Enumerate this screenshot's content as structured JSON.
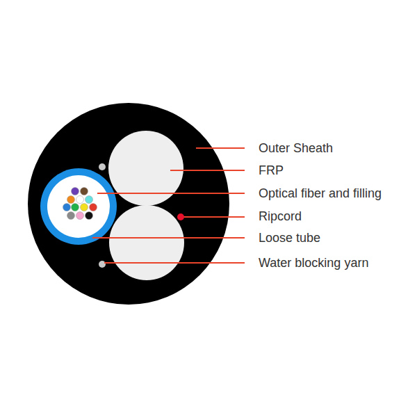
{
  "diagram": {
    "labels": [
      "Outer Sheath",
      "FRP",
      "Optical fiber and filling",
      "Ripcord",
      "Loose tube",
      "Water blocking yarn"
    ]
  }
}
